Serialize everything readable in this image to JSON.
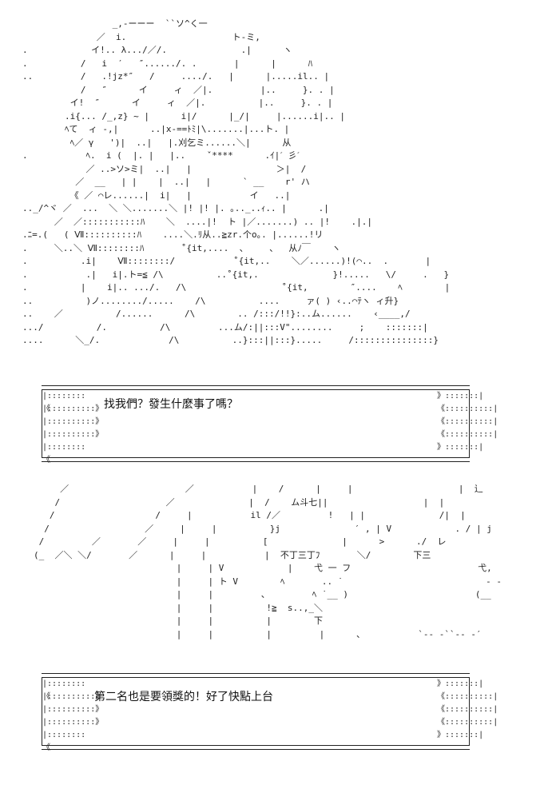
{
  "art_top": "                 _,-ーーー  ``ソ^く一\n              ／  i.                    ト-ミ,\n.            イ!.. λ.../／/.              .|      ヽ\n.          /   i  ′   ″....../. .       |      |      ﾊ\n..         /   .!jz*″   /     ..../.   |      |.....il.. |\n           /   ″      イ     ィ  ／|.         |..     }. . |\n         イ!  ″      イ     ィ  ／|.          |..     }. . |\n        .i{... /_,z} ~ |      i|/      |_/|     |......i|.. |\n        ﾍて  ィ -,|      ..|x-==ﾄﾐ|\\.......|...ト. |\n         ﾍ／ γ   ')|  ..|   |.刈乞ミ......＼|      从\n.           ﾍ.  i (  |. |   |..    ˇ****      .ｲ|ˊ 彡ˊ\n            ／ ..>ソ>ミ|  ..|   |                ＞|  /\n          ／  __   | |    |  ..|   |      ` __    r' ハ\n         《 ／ ⌒レ......|  i|   |           イ   ..|\n.._/^ヾ ／  ...  ＼ ＼.......＼ |! |! |. ｡.._..ｨ.. |      .|\n      ／  ／:::::::::::ﾊ    ＼  ....|!  ト |／.......) .. |!    .|.|\n.ﾆ=.(   ( Ⅶ::::::::::ﾊ    ....＼.ﾘ从..≧zr.个o｡. |......!リ\n.     ＼..＼ Ⅶ::::::::ﾊ       ˚{it,....  、    、  从ﾉ￣    ヽ\n.          .i|    Ⅶ::::::::/           ˚{it,..    ＼／......)!(⌒..  .       |\n.           .|   i|.ト=≦ /\\          ..˚{it,.              }!.....   \\/     .   }\n.          |    i|.. .../.   /\\                  ˚{it,        ″....    ﾍ        |\n..          )ノ......../.....    /\\          ....     ァ( ) ‹..⌒ﾃヽ ィ升}\n..    ／          /......      /\\        .. /:::/!!}:..ム......    ‹____,/\n.../          /.          /\\         ...ム/:||:::V\"........     ;    :::::::|\n....      ＼_/.             /\\          ..}:::||:::}.....     /:::::::::::::::}",
  "art_bottom": "     ／                      ／           |    /      |     |                    |  辶\n    /                    ／              |  /    ム斗七||                  |  |\n   /                   /     |           il /／         !   | |              /|  |\n  /                  ／     |     |          }j              ′ , | V            . / | j\n /         ／       ／     |     |          [              |      >      ./  レ\n(_  ／＼ ＼/       ／      |     |           |  不丁三丁ﾌ       ＼/        下三\n                           |     | V            |    弋 一 フ                        弋,\n                           |     | ト V        ﾍ       .. ˙                           - -\n                           |     |         、        ﾍ ˙__ )                        (__\n                           |     |          !≧  s..,_＼\n                           |     |          |        下\n                           |     |          |         |      、          `-- -``-- -′",
  "box_side_left": [
    "|::::::::《",
    "|::::::::::》",
    "|::::::::::》",
    "|::::::::::》",
    "|::::::::《"
  ],
  "box_side_right": [
    "》:::::::|",
    "《::::::::::|",
    "《::::::::::|",
    "《::::::::::|",
    "》:::::::|"
  ],
  "dialogues": [
    {
      "text": "找我們？發生什麼事了嗎？"
    },
    {
      "text": "第二名也是要領獎的！好了快點上台"
    }
  ]
}
